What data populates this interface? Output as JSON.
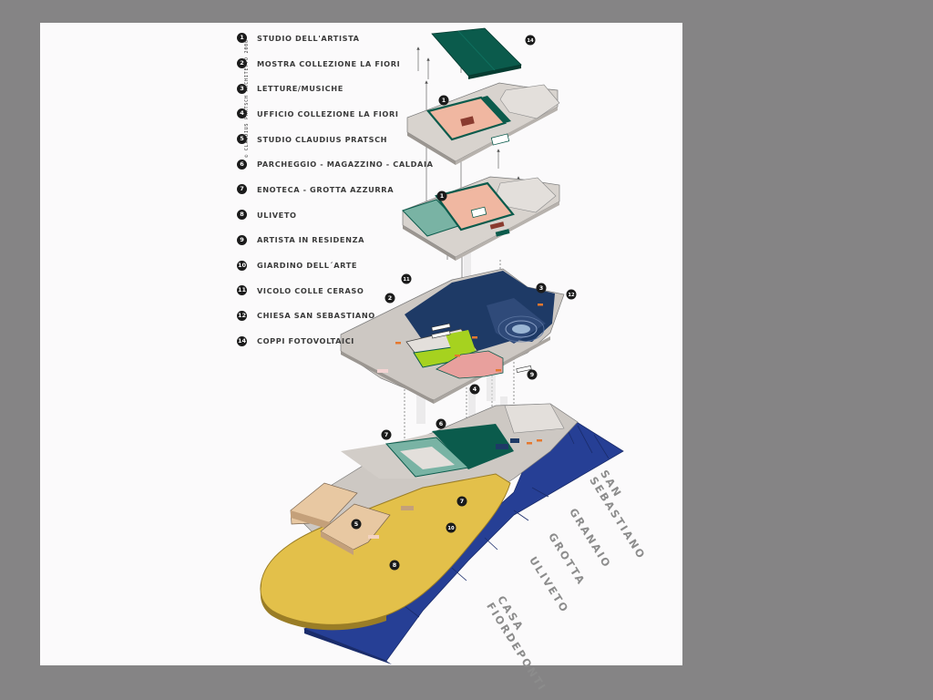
{
  "legend": [
    {
      "num": "1",
      "label": "STUDIO DELL'ARTISTA"
    },
    {
      "num": "2",
      "label": "MOSTRA COLLEZIONE LA FIORI"
    },
    {
      "num": "3",
      "label": "LETTURE/MUSICHE"
    },
    {
      "num": "4",
      "label": "UFFICIO COLLEZIONE LA FIORI"
    },
    {
      "num": "5",
      "label": "STUDIO CLAUDIUS PRATSCH"
    },
    {
      "num": "6",
      "label": "PARCHEGGIO - MAGAZZINO - CALDAIA"
    },
    {
      "num": "7",
      "label": "ENOTECA - GROTTA AZZURRA"
    },
    {
      "num": "8",
      "label": "ULIVETO"
    },
    {
      "num": "9",
      "label": "ARTISTA IN RESIDENZA"
    },
    {
      "num": "10",
      "label": "GIARDINO DELL´ARTE"
    },
    {
      "num": "11",
      "label": "VICOLO COLLE CERASO"
    },
    {
      "num": "12",
      "label": "CHIESA SAN SEBASTIANO"
    },
    {
      "num": "14",
      "label": "COPPI FOTOVOLTAICI"
    }
  ],
  "credit": "© CLAUDIUS PRATSCH ARCHITETTO 2006",
  "places": [
    {
      "id": "san-sebastiano",
      "line1": "SAN",
      "line2": "SEBASTIANO"
    },
    {
      "id": "granaio",
      "line1": "GRANAIO",
      "line2": ""
    },
    {
      "id": "grotta",
      "line1": "GROTTA",
      "line2": ""
    },
    {
      "id": "uliveto",
      "line1": "ULIVETO",
      "line2": ""
    },
    {
      "id": "casa-fiordeponti",
      "line1": "CASA",
      "line2": "FIORDEPONTI"
    }
  ],
  "markers": [
    "14",
    "1",
    "1",
    "11",
    "2",
    "3",
    "12",
    "4",
    "9",
    "7",
    "6",
    "7",
    "5",
    "10",
    "8"
  ],
  "colors": {
    "background": "#858485",
    "sheet": "#fbfafb",
    "roof_teal": "#0b5b4c",
    "floor_grey": "#cdc8c3",
    "navy": "#1e3a66",
    "street_blue": "#263f95",
    "olive_yellow": "#e3c04a",
    "salmon": "#f0b7a1",
    "lime": "#a6d21f",
    "pink": "#e8a09d",
    "tan": "#e8c8a2",
    "accent_orange": "#e5782e"
  }
}
